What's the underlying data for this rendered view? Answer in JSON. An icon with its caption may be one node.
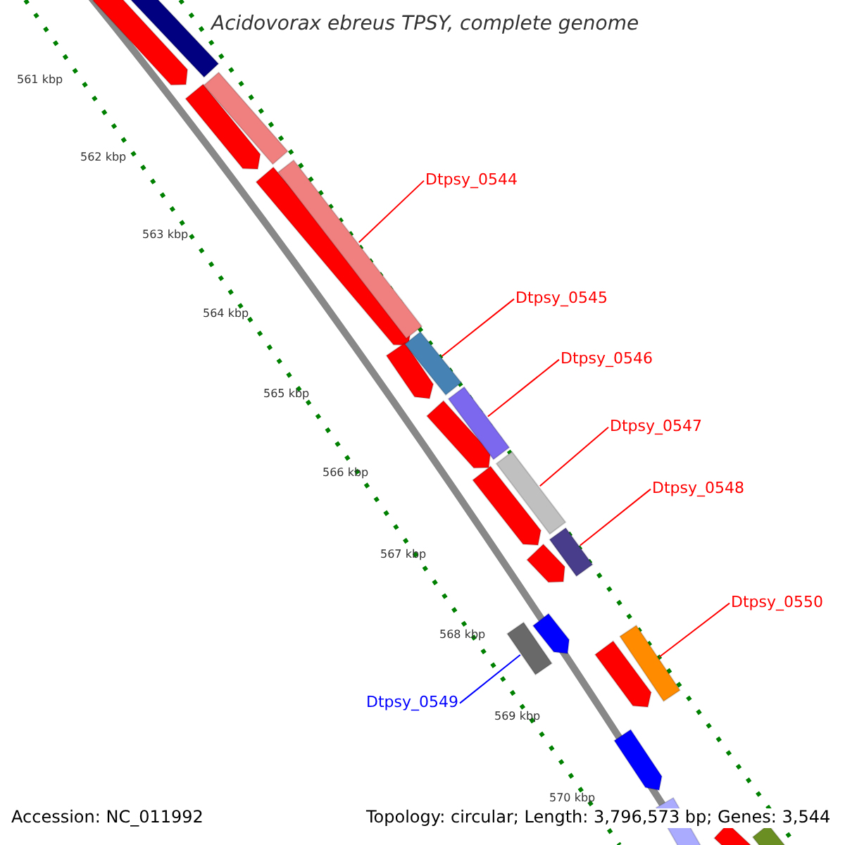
{
  "diagram": {
    "title": "Acidovorax ebreus TPSY, complete genome",
    "nodes": [
      {
        "text": [
          "Dtpsy_0544"
        ]
      },
      {
        "text": [],
        "shape": "bar"
      },
      {
        "text": [
          "Dtpsy_0545"
        ]
      },
      {
        "text": [],
        "shape": "bar"
      },
      {
        "text": [
          "Dtpsy_0546"
        ]
      },
      {
        "text": [],
        "shape": "bar"
      },
      {
        "text": [
          "Dtpsy_0547"
        ]
      },
      {
        "text": [],
        "shape": "bar"
      },
      {
        "text": [
          "Dtpsy_0548"
        ]
      },
      {
        "text": [],
        "shape": "bar"
      },
      {
        "text": [
          "Dtpsy_0550"
        ]
      },
      {
        "text": [],
        "shape": "bar"
      },
      {
        "text": [
          "Dtpsy_0549"
        ]
      },
      {
        "text": [],
        "shape": "bar"
      }
    ],
    "edges": [
      {
        "from": 0,
        "to": 1,
        "arrow": "none"
      },
      {
        "from": 2,
        "to": 3,
        "arrow": "none"
      },
      {
        "from": 4,
        "to": 5,
        "arrow": "none"
      },
      {
        "from": 6,
        "to": 7,
        "arrow": "none"
      },
      {
        "from": 8,
        "to": 9,
        "arrow": "none"
      },
      {
        "from": 10,
        "to": 11,
        "arrow": "none"
      },
      {
        "from": 12,
        "to": 13,
        "arrow": "none",
        "color": "#0000ff"
      }
    ],
    "labels": [
      "561 kbp",
      "562 kbp",
      "563 kbp",
      "564 kbp",
      "565 kbp",
      "566 kbp",
      "567 kbp",
      "568 kbp",
      "569 kbp",
      "570 kbp",
      "Accession: NC_011992",
      "Topology: circular; Length: 3,796,573 bp; Genes: 3,544"
    ]
  }
}
